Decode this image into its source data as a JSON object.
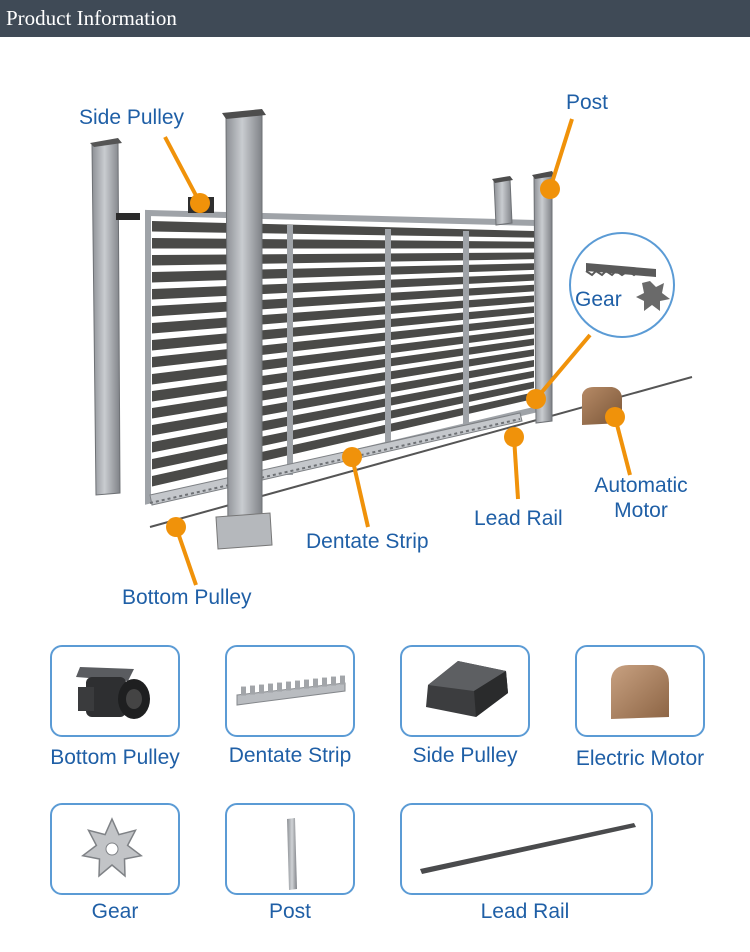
{
  "header": {
    "title": "Product Information"
  },
  "callouts": {
    "side_pulley": "Side Pulley",
    "post": "Post",
    "gear_line1": "Gear",
    "automatic_motor_line1": "Automatic",
    "automatic_motor_line2": "Motor",
    "lead_rail": "Lead Rail",
    "dentate_strip": "Dentate Strip",
    "bottom_pulley": "Bottom Pulley"
  },
  "parts": [
    {
      "label": "Bottom Pulley",
      "icon": "bottom-pulley-icon"
    },
    {
      "label": "Dentate Strip",
      "icon": "dentate-strip-icon"
    },
    {
      "label": "Side Pulley",
      "icon": "side-pulley-icon"
    },
    {
      "label": "Electric Motor",
      "icon": "electric-motor-icon"
    },
    {
      "label": "Gear",
      "icon": "gear-icon"
    },
    {
      "label": "Post",
      "icon": "post-icon"
    },
    {
      "label": "Lead Rail",
      "icon": "lead-rail-icon"
    }
  ],
  "colors": {
    "header_bg": "#3f4a56",
    "label_blue": "#1f5fa6",
    "callout_orange": "#f0920a",
    "card_border": "#5b9bd5",
    "motor_brown": "#a97c5b",
    "slat_dark": "#4a4a48",
    "frame_gray": "#a6a9ad"
  }
}
